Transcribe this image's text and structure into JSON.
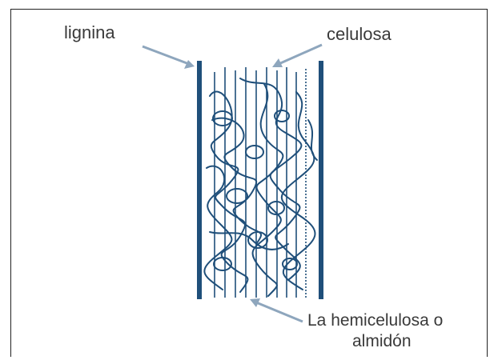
{
  "labels": {
    "lignina": "lignina",
    "celulosa": "celulosa",
    "hemicelulosa_line1": "La hemicelulosa o",
    "hemicelulosa_line2": "almidón"
  },
  "colors": {
    "fiber": "#1f4f7a",
    "arrow": "#8ea6bd",
    "text": "#3a3a3a",
    "frame": "#222222"
  }
}
